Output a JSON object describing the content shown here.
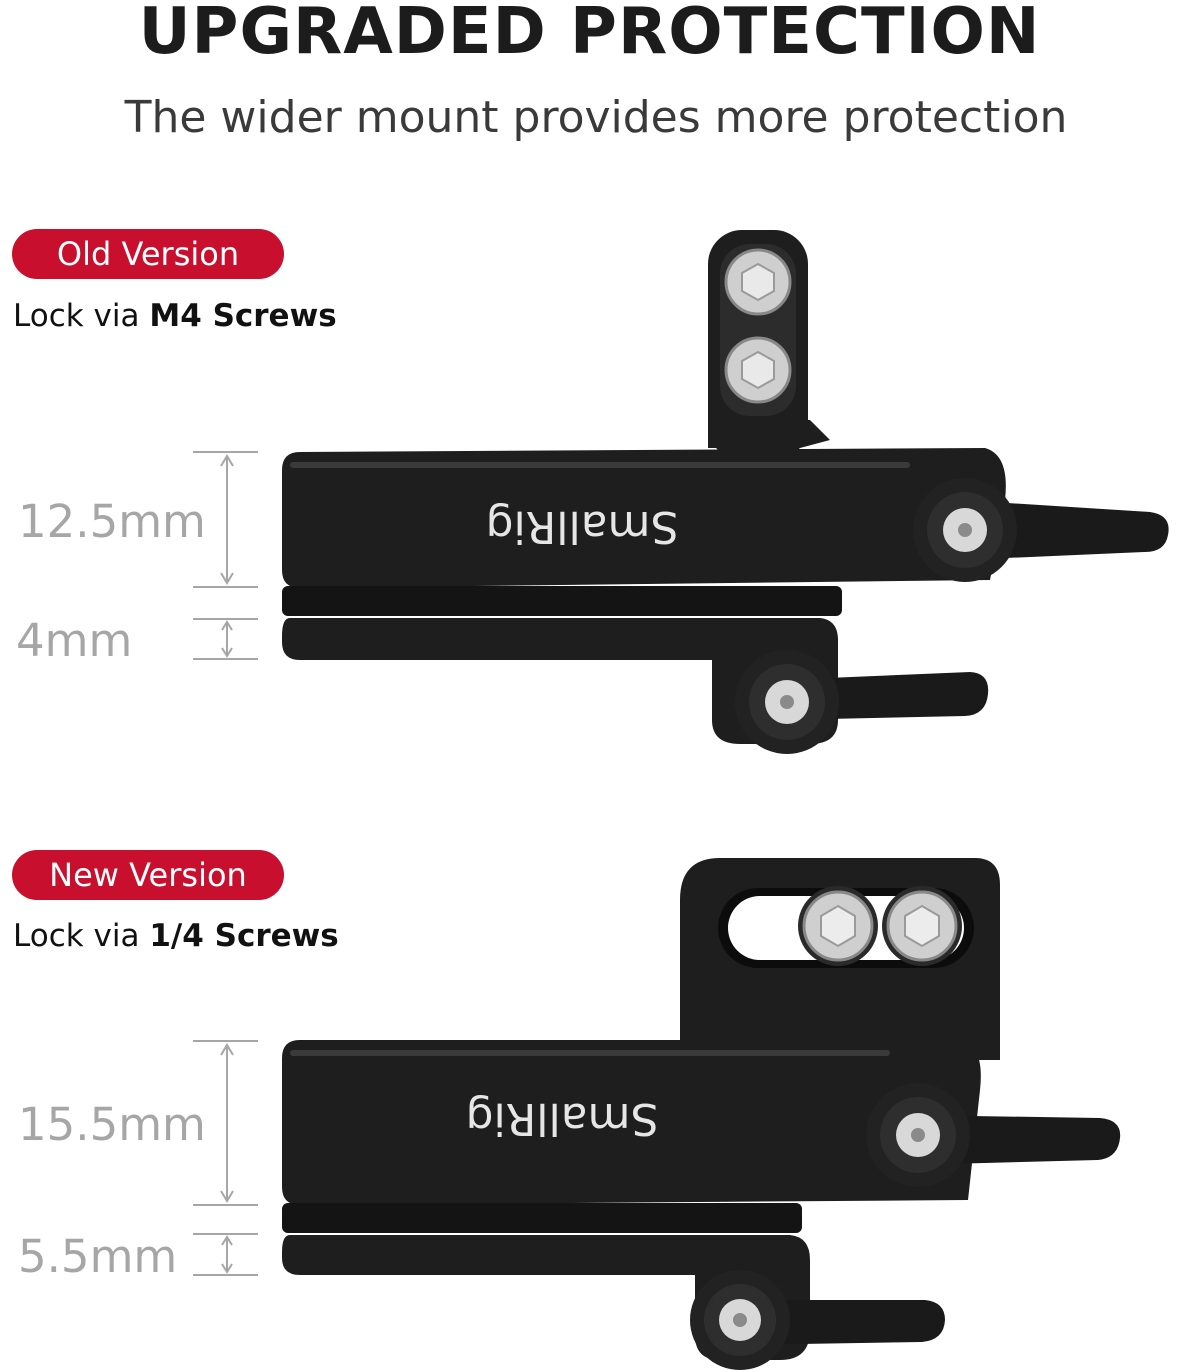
{
  "header": {
    "title": "UPGRADED PROTECTION",
    "subtitle": "The wider mount provides more protection"
  },
  "old_version": {
    "badge": "Old Version",
    "lock_prefix": "Lock via ",
    "lock_bold": "M4 Screws",
    "dim_upper": "12.5mm",
    "dim_lower": "4mm",
    "brand": "SmallRig"
  },
  "new_version": {
    "badge": "New Version",
    "lock_prefix": "Lock via ",
    "lock_bold": "1/4 Screws",
    "dim_upper": "15.5mm",
    "dim_lower": "5.5mm",
    "brand": "SmallRig"
  },
  "colors": {
    "badge_red": "#c8102e",
    "product_black": "#1e1e1e",
    "dimension_gray": "#a6a6a6"
  }
}
